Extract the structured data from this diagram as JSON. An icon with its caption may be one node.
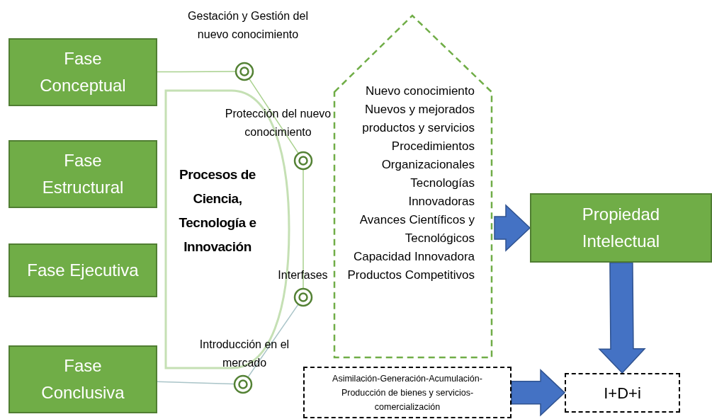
{
  "diagram": {
    "nodes": [
      {
        "text": [
          "Fase Conceptual"
        ]
      },
      {
        "text": [
          "Fase Estructural"
        ]
      },
      {
        "text": [
          "Fase Ejecutiva"
        ]
      },
      {
        "text": [
          "Fase Conclusiva"
        ]
      },
      {
        "text": [
          "Procesos de Ciencia, Tecnología e Innovación"
        ]
      },
      {
        "text": [
          "Gestación y Gestión del nuevo conocimiento"
        ]
      },
      {
        "text": [
          "Protección del nuevo conocimiento"
        ]
      },
      {
        "text": [
          "Interfases"
        ]
      },
      {
        "text": [
          "Introducción en el mercado"
        ]
      },
      {
        "text": [
          "Nuevo conocimiento",
          "Nuevos y mejorados productos y servicios",
          "Procedimientos Organizacionales",
          "Tecnologías Innovadoras",
          "Avances Científicos y Tecnológicos",
          "Capacidad Innovadora",
          "Productos Competitivos"
        ]
      },
      {
        "text": [
          "Propiedad Intelectual"
        ]
      },
      {
        "text": [
          "Asimilación-Generación-Acumulación-Producción de bienes y servicios-comercialización"
        ]
      },
      {
        "text": [
          "I+D+i"
        ]
      }
    ],
    "edges": [
      {
        "from": 0,
        "to": 5,
        "arrow": "none"
      },
      {
        "from": 5,
        "to": 6,
        "arrow": "none"
      },
      {
        "from": 6,
        "to": 7,
        "arrow": "none"
      },
      {
        "from": 7,
        "to": 8,
        "arrow": "none",
        "color": "#a9c4c8"
      },
      {
        "from": 3,
        "to": 8,
        "arrow": "none",
        "color": "#a9c4c8"
      },
      {
        "from": 9,
        "to": 10,
        "arrow": "to",
        "style": "thick",
        "color": "#4472c4"
      },
      {
        "from": 10,
        "to": 12,
        "arrow": "to",
        "style": "thick",
        "color": "#4472c4"
      },
      {
        "from": 11,
        "to": 12,
        "arrow": "to",
        "style": "thick",
        "color": "#4472c4"
      }
    ]
  }
}
